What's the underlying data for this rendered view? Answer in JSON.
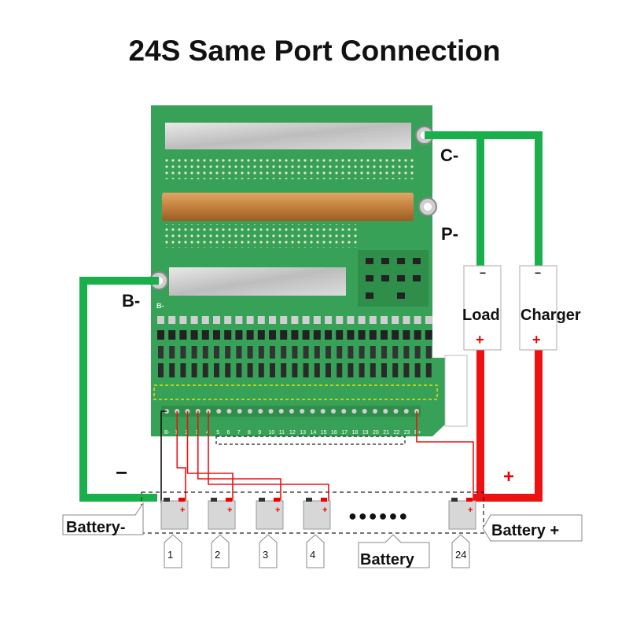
{
  "title": "24S Same Port Connection",
  "terminals": {
    "c_minus": "C-",
    "p_minus": "P-",
    "b_minus": "B-",
    "b_silk": "B-"
  },
  "devices": {
    "load": {
      "label": "Load",
      "minus": "−",
      "plus": "+"
    },
    "charger": {
      "label": "Charger",
      "minus": "−",
      "plus": "+"
    }
  },
  "wire_signs": {
    "minus": "−",
    "plus": "+"
  },
  "battery_labels": {
    "minus": "Battery-",
    "plus": "Battery +",
    "group": "Battery"
  },
  "cells": [
    {
      "number": "1",
      "plus": "+"
    },
    {
      "number": "2",
      "plus": "+"
    },
    {
      "number": "3",
      "plus": "+"
    },
    {
      "number": "4",
      "plus": "+"
    },
    {
      "number": "24",
      "plus": "+"
    }
  ],
  "ellipsis": "●●●●●●",
  "pins": [
    "B-",
    "1",
    "2",
    "3",
    "4",
    "5",
    "6",
    "7",
    "8",
    "9",
    "10",
    "11",
    "12",
    "13",
    "14",
    "15",
    "16",
    "17",
    "18",
    "19",
    "20",
    "21",
    "22",
    "23",
    "B+"
  ],
  "colors": {
    "board": "#3aa35a",
    "green_wire": "#19b04b",
    "red_wire": "#ee1111",
    "copper": "#c98a45"
  }
}
